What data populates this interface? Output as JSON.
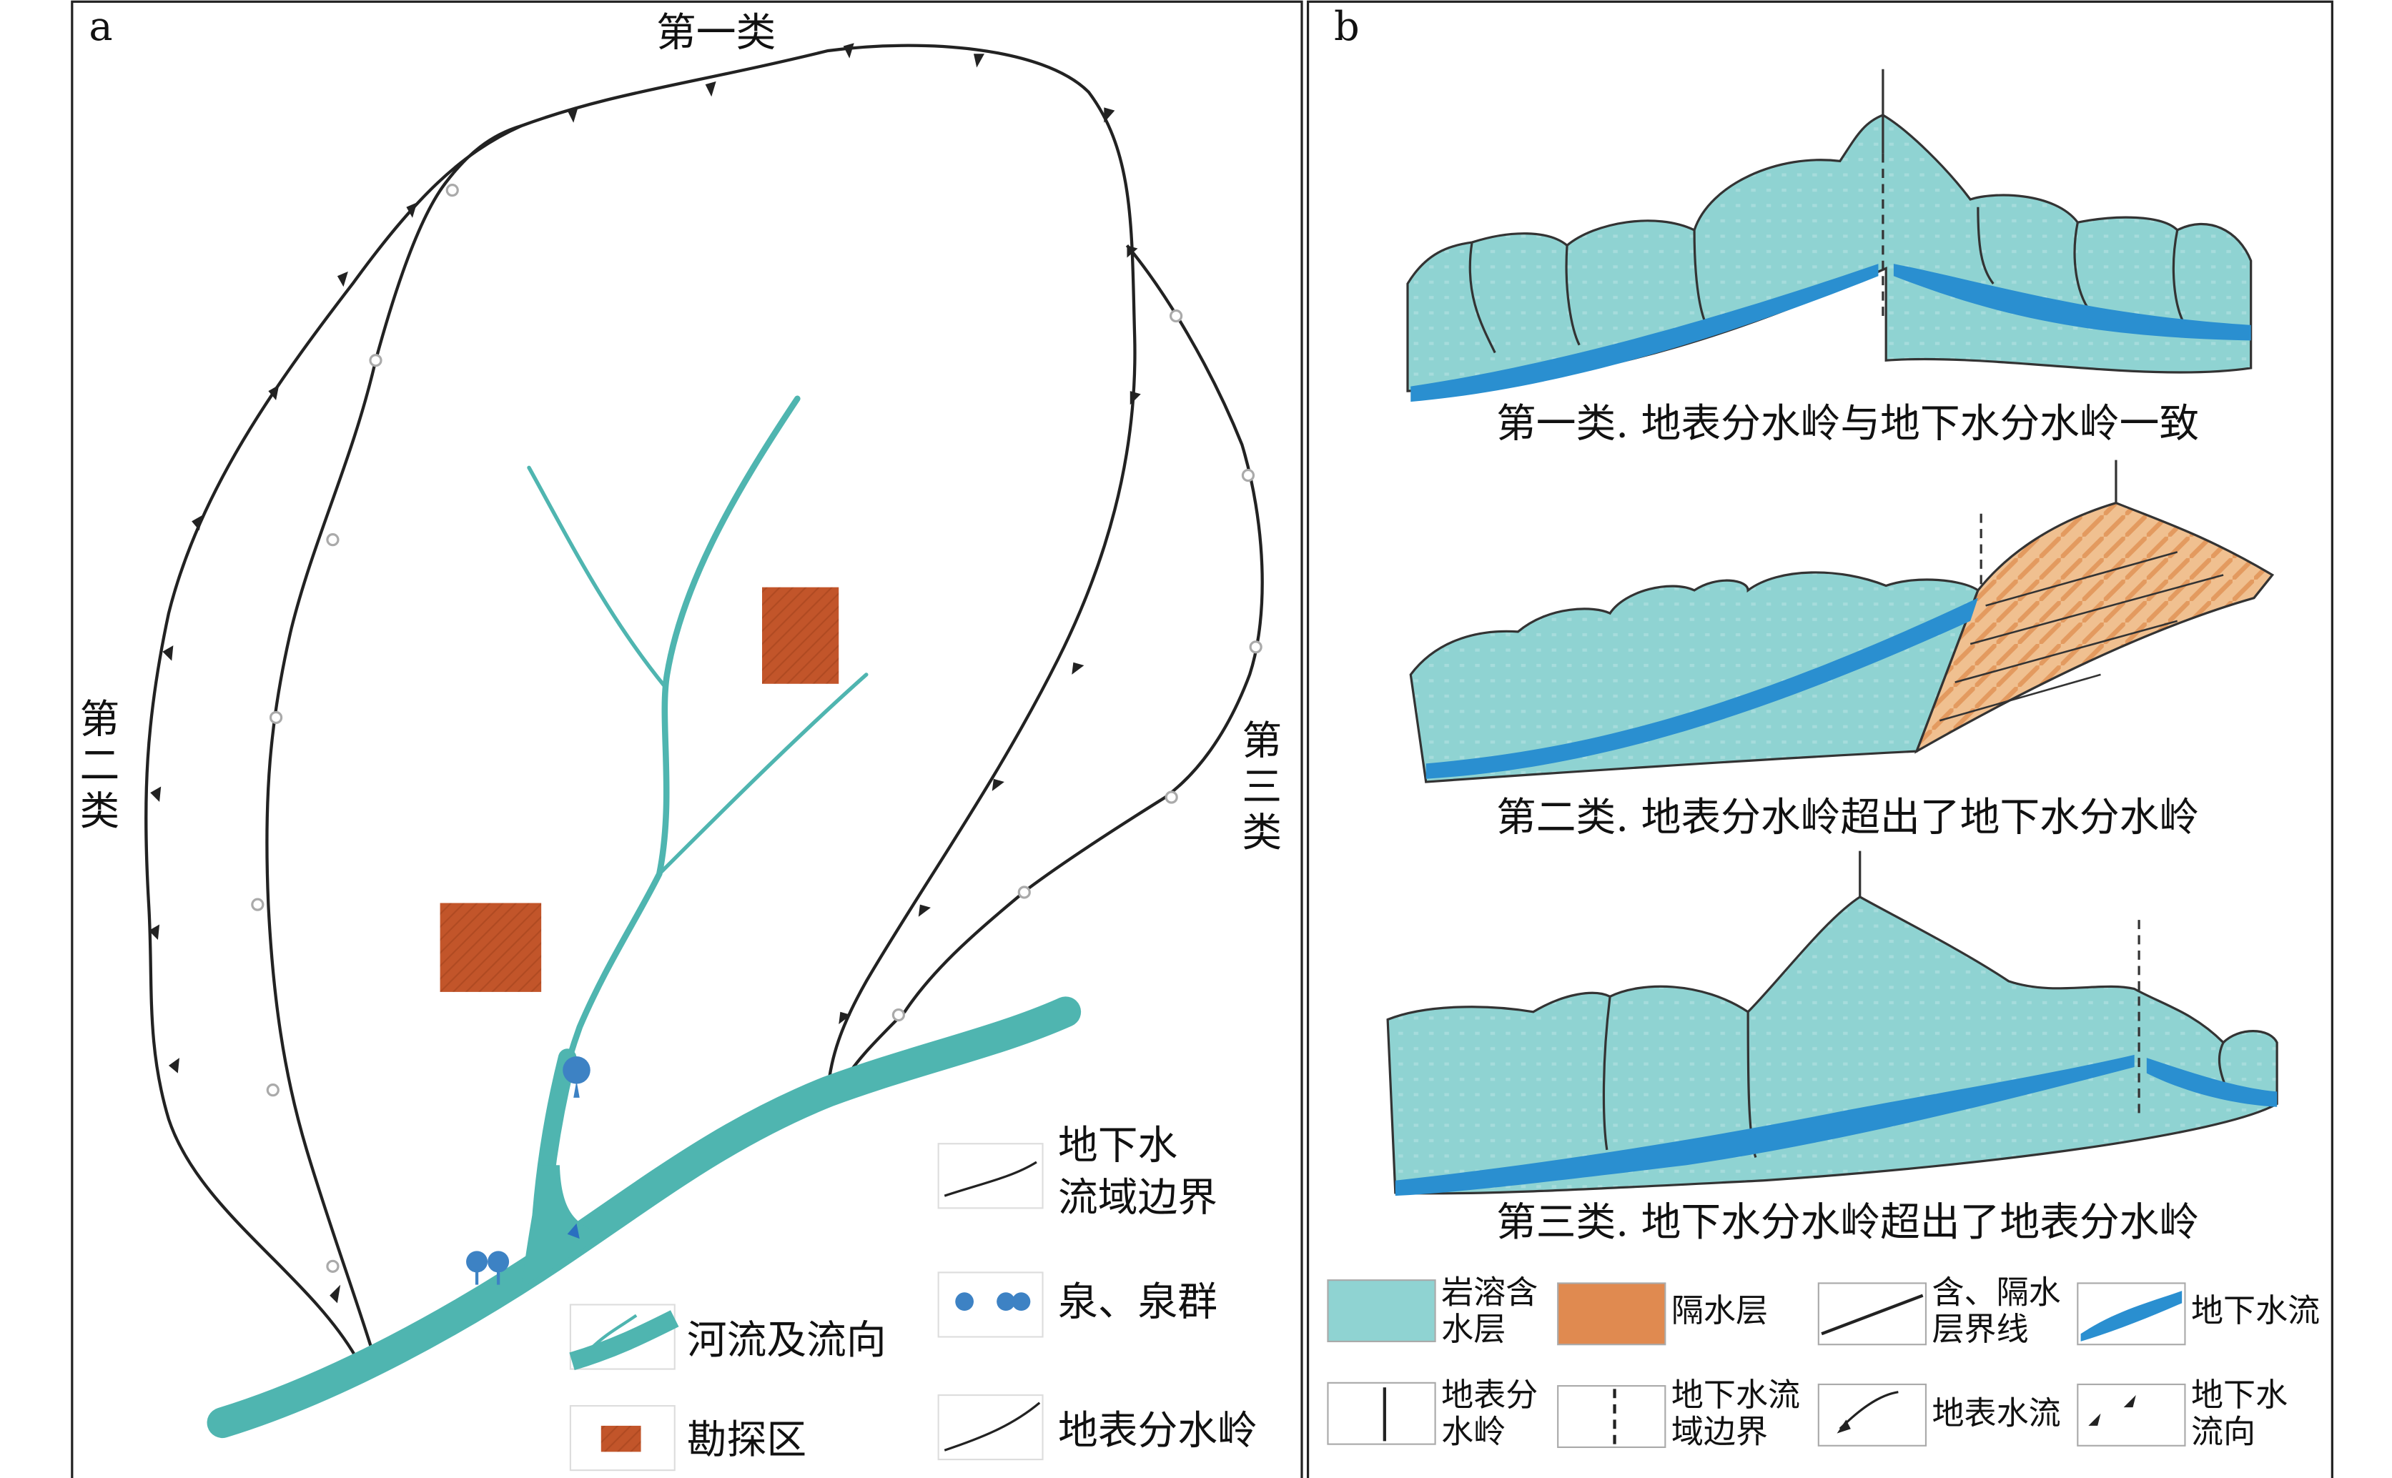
{
  "panel_a": {
    "label": "a",
    "category_1": "第一类",
    "category_2": [
      "第",
      "二",
      "类"
    ],
    "category_3": [
      "第",
      "三",
      "类"
    ],
    "legend": {
      "groundwater_boundary": [
        "地下水",
        "流域边界"
      ],
      "spring": "泉、泉群",
      "river": "河流及流向",
      "surface_divide": "地表分水岭",
      "exploration_area": "勘探区"
    }
  },
  "panel_b": {
    "label": "b",
    "captions": [
      "第一类. 地表分水岭与地下水分水岭一致",
      "第二类. 地表分水岭超出了地下水分水岭",
      "第三类. 地下水分水岭超出了地表分水岭"
    ],
    "legend": [
      {
        "lines": [
          "岩溶含",
          "水层"
        ]
      },
      {
        "lines": [
          "隔水层"
        ]
      },
      {
        "lines": [
          "含、隔水",
          "层界线"
        ]
      },
      {
        "lines": [
          "地下水流"
        ]
      },
      {
        "lines": [
          "地表分",
          "水岭"
        ]
      },
      {
        "lines": [
          "地下水流",
          "域边界"
        ]
      },
      {
        "lines": [
          "地表水流"
        ]
      },
      {
        "lines": [
          "地下水",
          "流向"
        ]
      }
    ]
  },
  "colors": {
    "aquifer": "#8fd3d2",
    "river": "#4fb5b0",
    "aquitard": "#e39a5f",
    "exploration": "#c2552a",
    "groundwater": "#2a8fd0",
    "spring": "#3d82c4"
  }
}
